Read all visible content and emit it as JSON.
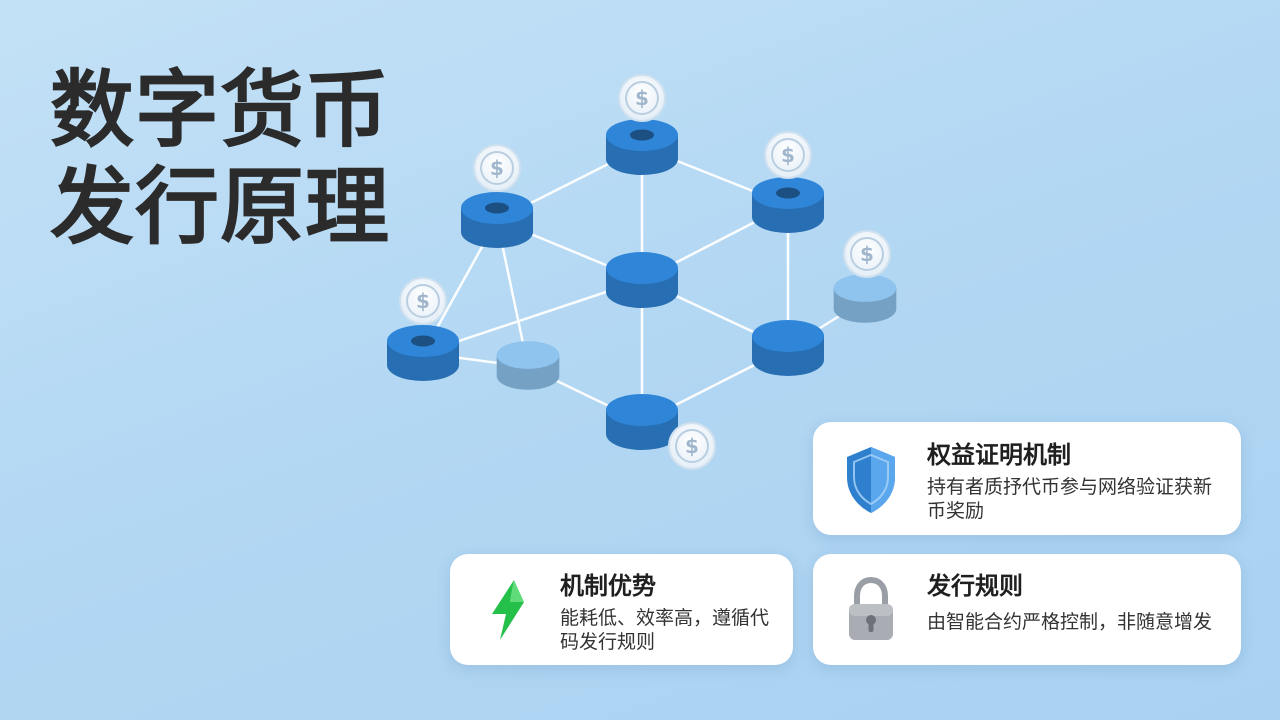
{
  "title": {
    "line1": "数字货币",
    "line2": "发行原理"
  },
  "network": {
    "node_color": "#2f86d9",
    "faded_node_color": "#8fc4ef",
    "edge_color": "#ffffff",
    "coin_symbol": "$"
  },
  "cards": {
    "pos": {
      "title": "权益证明机制",
      "desc": "持有者质抒代币参与网络验证获新币奖励",
      "icon": "shield-icon"
    },
    "advantage": {
      "title": "机制优势",
      "desc": "能耗低、效率高，遵循代码发行规则",
      "icon": "lightning-icon"
    },
    "rules": {
      "title": "发行规则",
      "desc": "由智能合约严格控制，非随意增发",
      "icon": "lock-icon"
    }
  }
}
